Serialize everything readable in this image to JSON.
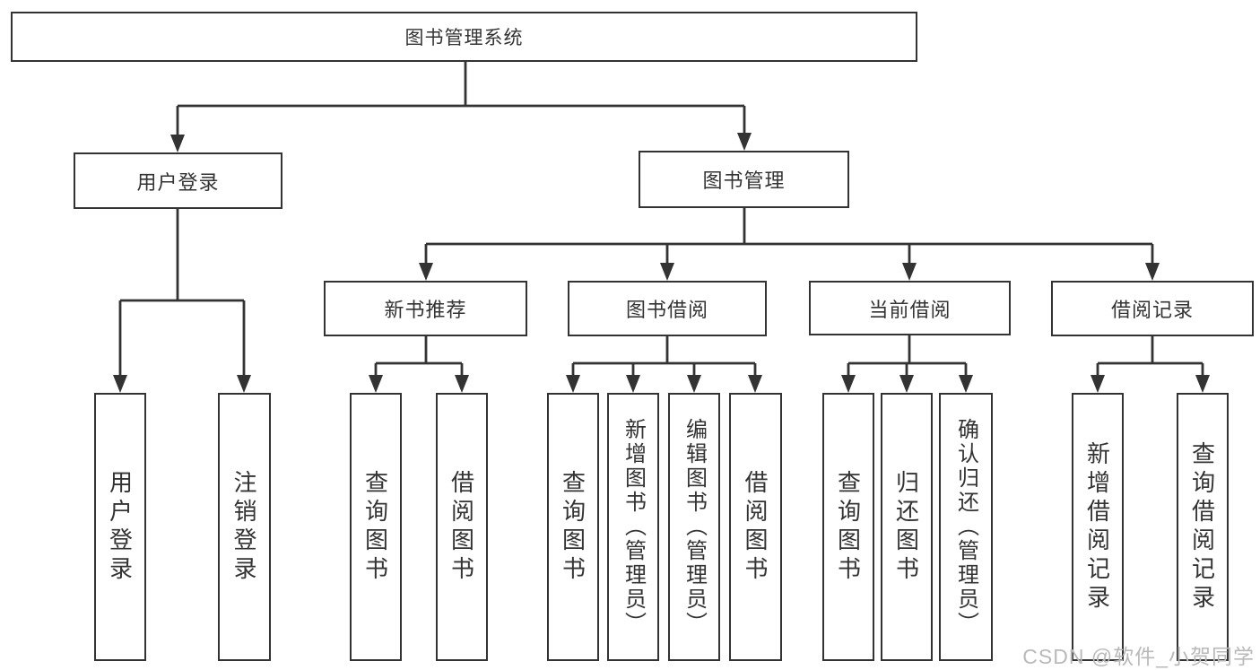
{
  "diagram": {
    "title": "图书管理系统",
    "colors": {
      "line": "#333333",
      "text": "#333333",
      "box_bg": "#ffffff",
      "watermark": "#b9b9b9"
    },
    "nodes": {
      "root": {
        "label": "图书管理系统"
      },
      "user_login": {
        "label": "用户登录"
      },
      "book_mgmt": {
        "label": "图书管理"
      },
      "new_book_rec": {
        "label": "新书推荐"
      },
      "book_borrow": {
        "label": "图书借阅"
      },
      "current_borrow": {
        "label": "当前借阅"
      },
      "borrow_records": {
        "label": "借阅记录"
      },
      "ul_login": {
        "label": "用户登录"
      },
      "ul_logout": {
        "label": "注销登录"
      },
      "nbr_query": {
        "label": "查询图书"
      },
      "nbr_borrow": {
        "label": "借阅图书"
      },
      "bb_query": {
        "label": "查询图书"
      },
      "bb_add": {
        "label": "新增图书（管理员）"
      },
      "bb_edit": {
        "label": "编辑图书（管理员）"
      },
      "bb_borrow": {
        "label": "借阅图书"
      },
      "cb_query": {
        "label": "查询图书"
      },
      "cb_return": {
        "label": "归还图书"
      },
      "cb_confirm": {
        "label": "确认归还（管理员）"
      },
      "br_add": {
        "label": "新增借阅记录"
      },
      "br_query": {
        "label": "查询借阅记录"
      }
    }
  },
  "watermark": {
    "text": "CSDN @软件_小贺同学"
  }
}
